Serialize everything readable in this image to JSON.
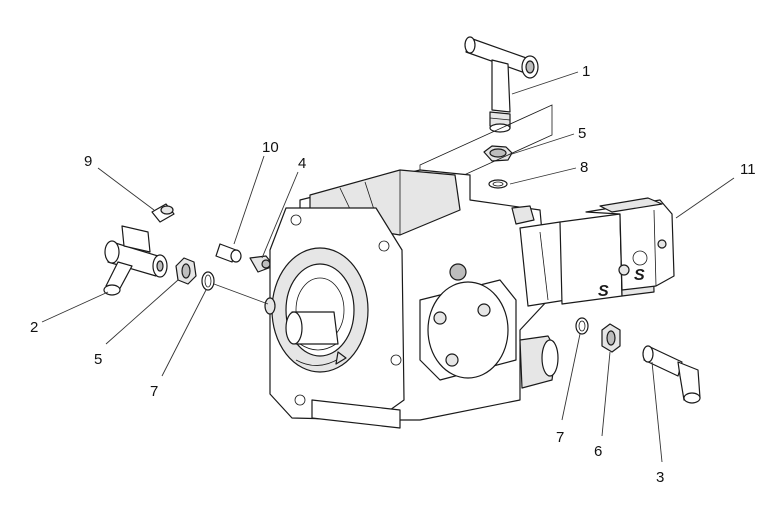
{
  "callouts": [
    {
      "id": "c1",
      "label": "1"
    },
    {
      "id": "c5a",
      "label": "5"
    },
    {
      "id": "c8",
      "label": "8"
    },
    {
      "id": "c10",
      "label": "10"
    },
    {
      "id": "c4",
      "label": "4"
    },
    {
      "id": "c9",
      "label": "9"
    },
    {
      "id": "c11",
      "label": "11"
    },
    {
      "id": "c2",
      "label": "2"
    },
    {
      "id": "c5b",
      "label": "5"
    },
    {
      "id": "c7a",
      "label": "7"
    },
    {
      "id": "c7b",
      "label": "7"
    },
    {
      "id": "c6",
      "label": "6"
    },
    {
      "id": "c3",
      "label": "3"
    }
  ],
  "plate_marks": [
    "S",
    "S"
  ],
  "colors": {
    "line": "#1a1a1a",
    "background": "#ffffff",
    "shade": "#e6e6e6"
  }
}
